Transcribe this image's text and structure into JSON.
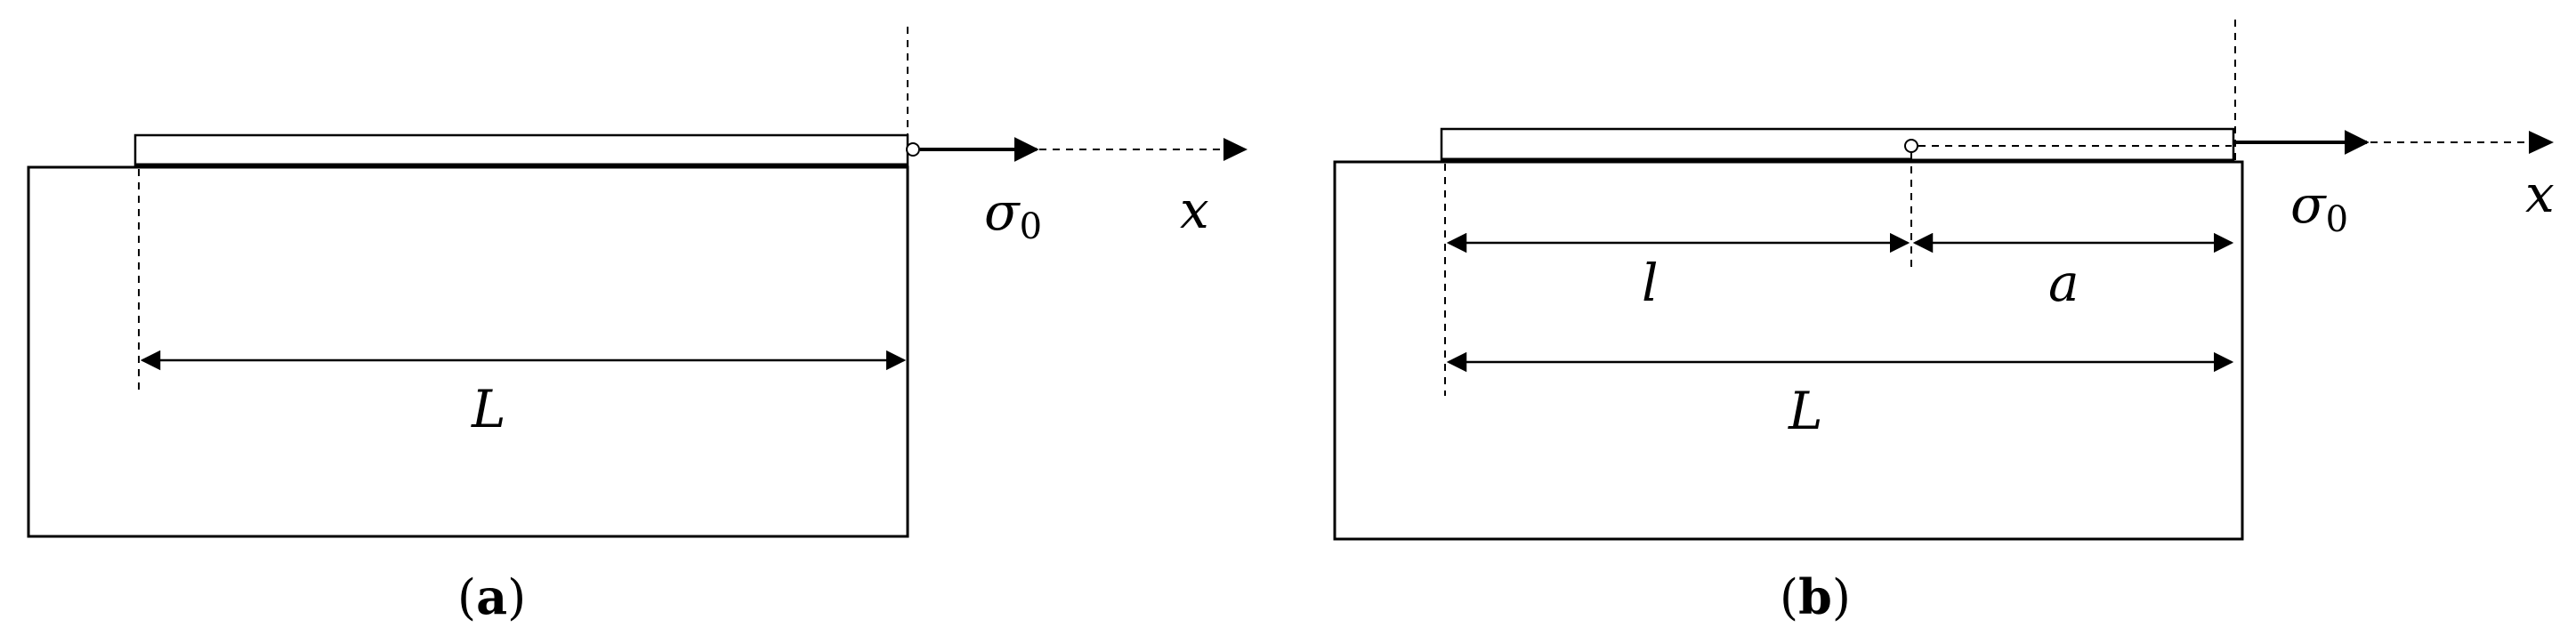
{
  "colors": {
    "stroke": "#000000",
    "background": "#ffffff"
  },
  "panel_a": {
    "stress_symbol": "σ",
    "stress_subscript": "0",
    "axis_label": "x",
    "length_label": "L",
    "caption_open": "(",
    "caption_letter": "a",
    "caption_close": ")"
  },
  "panel_b": {
    "stress_symbol": "σ",
    "stress_subscript": "0",
    "axis_label": "x",
    "bonded_length_label": "l",
    "debond_length_label": "a",
    "length_label": "L",
    "caption_open": "(",
    "caption_letter": "b",
    "caption_close": ")"
  }
}
